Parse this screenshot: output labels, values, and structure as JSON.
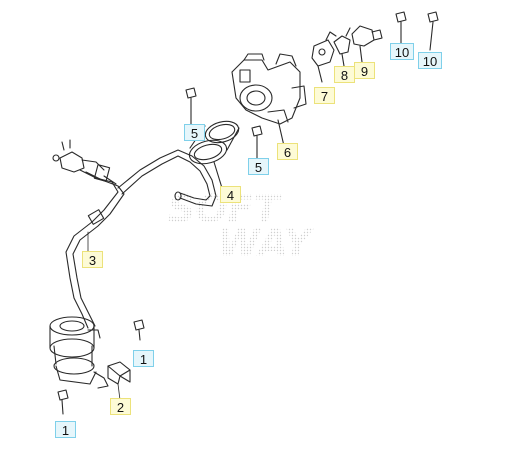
{
  "watermark": {
    "line1": "SOFT",
    "line2": "WAY"
  },
  "callouts": [
    {
      "id": "c1a",
      "label": "1",
      "color": "blue"
    },
    {
      "id": "c1b",
      "label": "1",
      "color": "blue"
    },
    {
      "id": "c2",
      "label": "2",
      "color": "yellow"
    },
    {
      "id": "c3",
      "label": "3",
      "color": "yellow"
    },
    {
      "id": "c4",
      "label": "4",
      "color": "yellow"
    },
    {
      "id": "c5a",
      "label": "5",
      "color": "blue"
    },
    {
      "id": "c5b",
      "label": "5",
      "color": "blue"
    },
    {
      "id": "c6",
      "label": "6",
      "color": "yellow"
    },
    {
      "id": "c7",
      "label": "7",
      "color": "yellow"
    },
    {
      "id": "c8",
      "label": "8",
      "color": "yellow"
    },
    {
      "id": "c9",
      "label": "9",
      "color": "yellow"
    },
    {
      "id": "c10a",
      "label": "10",
      "color": "blue"
    },
    {
      "id": "c10b",
      "label": "10",
      "color": "blue"
    }
  ]
}
